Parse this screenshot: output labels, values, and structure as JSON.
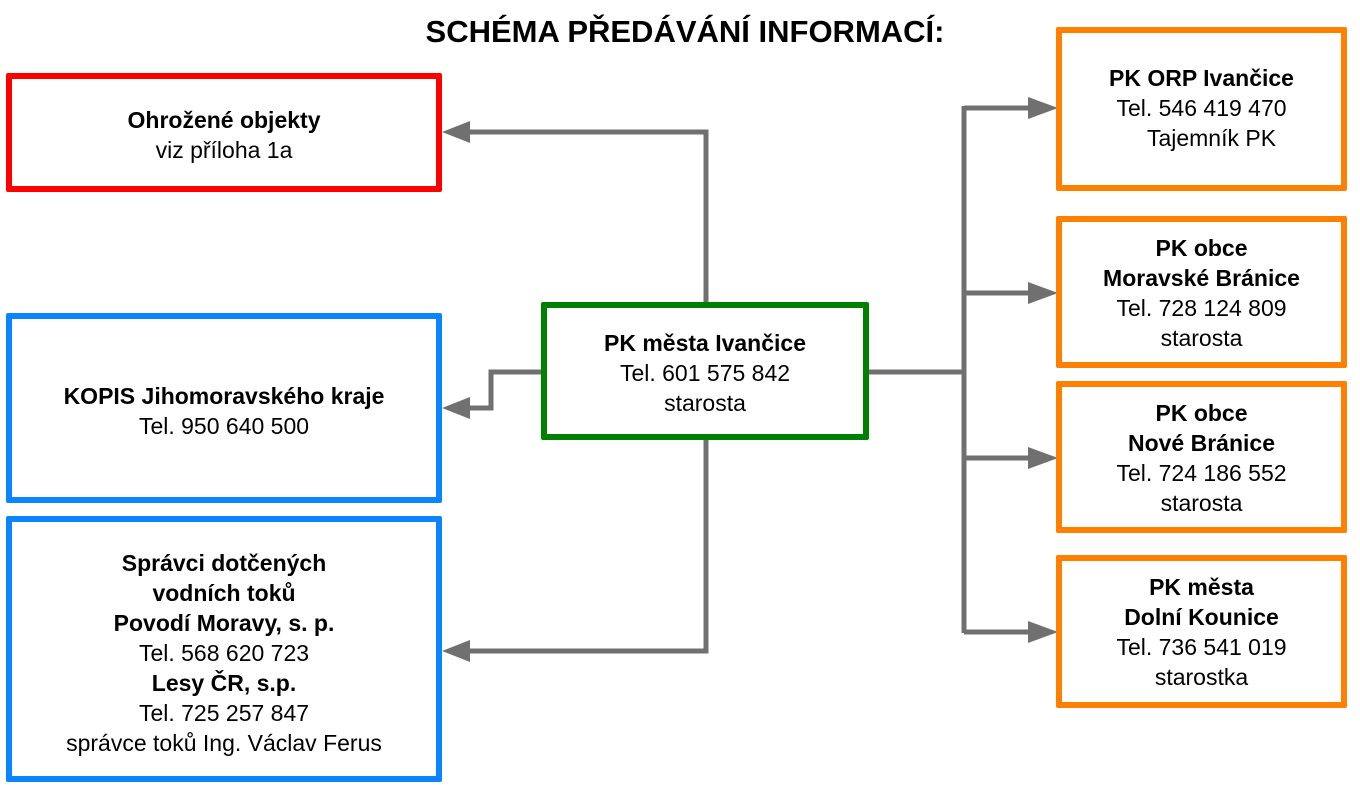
{
  "title": "SCHÉMA PŘEDÁVÁNÍ INFORMACÍ:",
  "colors": {
    "threatened": "#ff0000",
    "external": "#0a84ff",
    "center": "#008000",
    "recipients": "#ff8000",
    "connector": "#707070"
  },
  "center": {
    "name": "PK města Ivančice",
    "phone": "Tel. 601 575 842",
    "role": "starosta"
  },
  "left": {
    "threatened": {
      "name": "Ohrožené objekty",
      "note": "viz příloha 1a"
    },
    "kopis": {
      "name": "KOPIS Jihomoravského kraje",
      "phone": "Tel. 950 640 500"
    },
    "water": {
      "line1": "Správci dotčených",
      "line2": "vodních toků",
      "org1": "Povodí Moravy, s. p.",
      "phone1": "Tel. 568 620 723",
      "org2": "Lesy ČR, s.p.",
      "phone2": "Tel. 725 257 847",
      "manager": "správce toků Ing. Václav Ferus"
    }
  },
  "right": [
    {
      "line1": "PK ORP Ivančice",
      "line2": "",
      "phone": "Tel. 546 419 470",
      "role": "Tajemník PK"
    },
    {
      "line1": "PK obce",
      "line2": "Moravské Bránice",
      "phone": "Tel. 728 124 809",
      "role": "starosta"
    },
    {
      "line1": "PK obce",
      "line2": "Nové Bránice",
      "phone": "Tel. 724 186 552",
      "role": "starosta"
    },
    {
      "line1": "PK města",
      "line2": "Dolní Kounice",
      "phone": "Tel. 736 541 019",
      "role": "starostka"
    }
  ]
}
